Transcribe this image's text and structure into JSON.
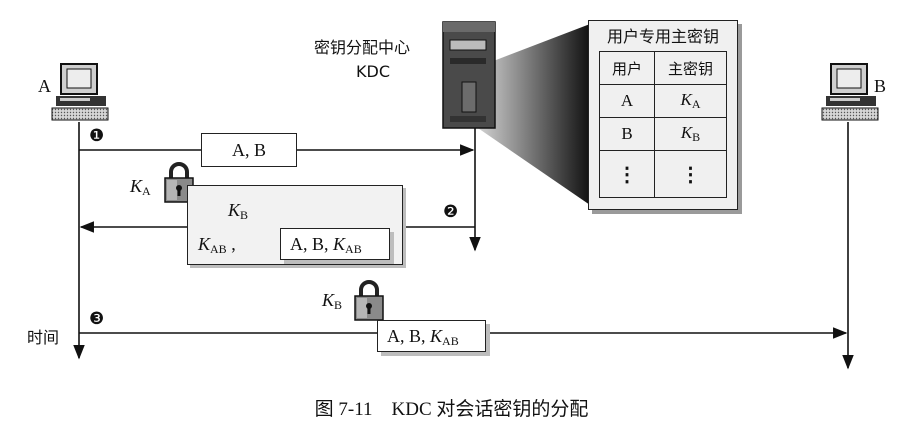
{
  "entities": {
    "a_label": "A",
    "b_label": "B",
    "kdc_name": "密钥分配中心",
    "kdc_abbr": "KDC",
    "time_label": "时间"
  },
  "steps": {
    "s1": "❶",
    "s2": "❷",
    "s3": "❸"
  },
  "messages": {
    "m1": "A, B",
    "m2_inner": "A, B, ",
    "m2_kab": "K",
    "m2_kab_sub": "AB",
    "m2_comma": ",",
    "m3": "A, B, "
  },
  "keys": {
    "ka": "K",
    "ka_sub": "A",
    "kb": "K",
    "kb_sub": "B"
  },
  "kdc_table": {
    "title": "用户专用主密钥",
    "col_user": "用户",
    "col_key": "主密钥",
    "rows": [
      {
        "user": "A",
        "key": "K",
        "sub": "A"
      },
      {
        "user": "B",
        "key": "K",
        "sub": "B"
      },
      {
        "user": "⋮",
        "key": "⋮",
        "sub": ""
      }
    ]
  },
  "caption": "图 7-11　KDC 对会话密钥的分配"
}
